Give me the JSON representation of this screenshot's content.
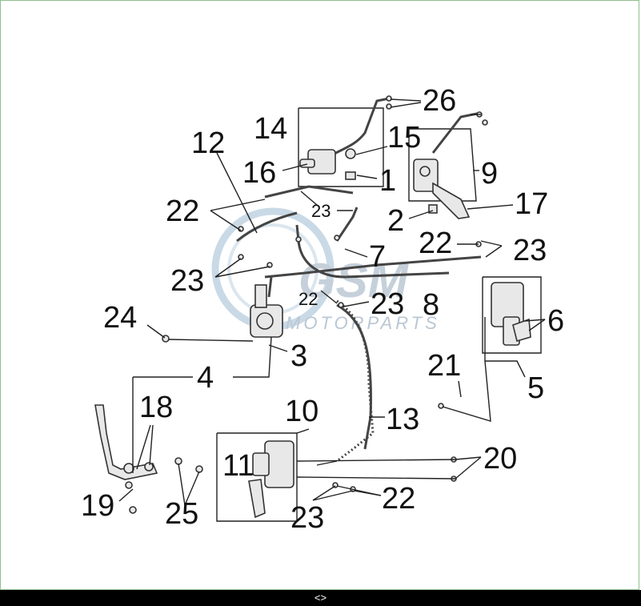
{
  "watermark": {
    "brand": "GSM",
    "subtitle": "MOTORPARTS"
  },
  "callouts": {
    "c26": "26",
    "c14": "14",
    "c15": "15",
    "c12": "12",
    "c16": "16",
    "c1": "1",
    "c9": "9",
    "c22a": "22",
    "c23a": "23",
    "c2": "2",
    "c17": "17",
    "c22b": "22",
    "c23b": "23",
    "c7": "7",
    "c23c": "23",
    "c22c": "22",
    "c23d": "23",
    "c8": "8",
    "c6": "6",
    "c24": "24",
    "c3": "3",
    "c21": "21",
    "c4": "4",
    "c5": "5",
    "c18": "18",
    "c10": "10",
    "c13": "13",
    "c20": "20",
    "c11": "11",
    "c22d": "22",
    "c19": "19",
    "c25": "25",
    "c23e": "23"
  },
  "bottom_bar": {
    "nav_label": "<>"
  }
}
